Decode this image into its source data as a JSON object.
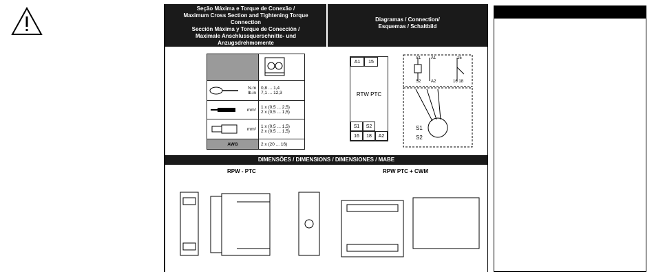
{
  "header": {
    "section1_lines": [
      "Seção Máxima e Torque de Conexão /",
      "Maximum Cross Section and Tightening Torque",
      "Connection",
      "Sección Máxima y Torque de Conección /",
      "Maximale Anschlussquerschnitte- und",
      "Anzugsdrehmomente"
    ],
    "section2_lines": [
      "Diagramas / Connection/",
      "Esquemas / Schaltbild"
    ]
  },
  "torque_table": {
    "rows": [
      {
        "unit_lines": [
          "N.m",
          "lb.in"
        ],
        "value_lines": [
          "0,8 ... 1,4",
          "7,1 ... 12,3"
        ]
      },
      {
        "unit_lines": [
          "mm²"
        ],
        "value_lines": [
          "1 x (0,5 ... 2,5)",
          "2 x (0,5 ... 1,5)"
        ]
      },
      {
        "unit_lines": [
          "mm²"
        ],
        "value_lines": [
          "1 x (0,5 ... 1,5)",
          "2 x (0,5 ... 1,5)"
        ]
      },
      {
        "unit_lines": [
          "AWG"
        ],
        "value_lines": [
          "2 x (20 ... 16)"
        ]
      }
    ]
  },
  "terminal_block": {
    "top_row": [
      "A1",
      "15"
    ],
    "label": "RTW PTC",
    "bottom_row1": [
      "S1",
      "S2"
    ],
    "bottom_row2": [
      "16",
      "18",
      "A2"
    ]
  },
  "schematic": {
    "labels": [
      "S1",
      "A1",
      "15",
      "S2",
      "A2",
      "16 18",
      "S1",
      "S2"
    ]
  },
  "dimensions": {
    "banner": "DIMENSÕES / DIMENSIONS / DIMENSIONES / MABE",
    "left_title": "RPW - PTC",
    "right_title": "RPW PTC + CWM"
  }
}
